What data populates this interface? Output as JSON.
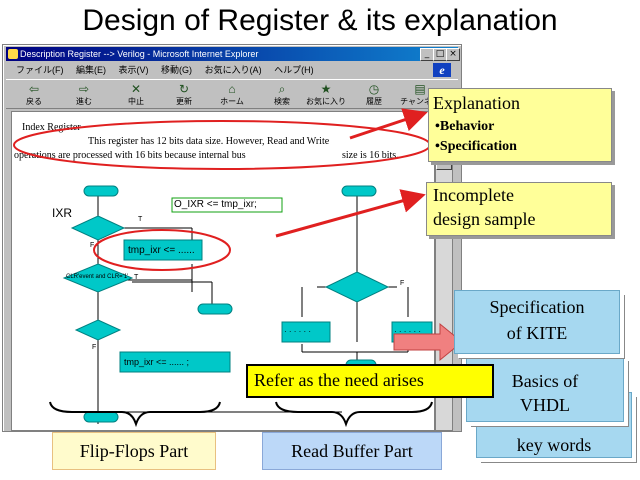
{
  "slide": {
    "title": "Design of Register & its explanation"
  },
  "browser": {
    "window_title": "Description Register --> Verilog - Microsoft Internet Explorer",
    "menu": [
      "ファイル(F)",
      "編集(E)",
      "表示(V)",
      "移動(G)",
      "お気に入り(A)",
      "ヘルプ(H)"
    ],
    "toolbar": [
      {
        "label": "戻る",
        "icon": "⇦"
      },
      {
        "label": "進む",
        "icon": "⇨"
      },
      {
        "label": "中止",
        "icon": "✕"
      },
      {
        "label": "更新",
        "icon": "↻"
      },
      {
        "label": "ホーム",
        "icon": "⌂"
      },
      {
        "label": "検索",
        "icon": "⌕"
      },
      {
        "label": "お気に入り",
        "icon": "★"
      },
      {
        "label": "履歴",
        "icon": "◷"
      },
      {
        "label": "チャンネル",
        "icon": "▤"
      }
    ],
    "window_buttons": [
      "_",
      "□",
      "×"
    ],
    "logo_letter": "e"
  },
  "content": {
    "heading": "Index Register",
    "para1": "This register has 12 bits data size.  However, Read and Write",
    "para2": "operations are processed with 16 bits because internal bus",
    "para3": "size is 16 bits.",
    "register_name": "IXR",
    "assign_top": "O_IXR <= tmp_ixr;",
    "assign_mid": "tmp_ixr <= ......",
    "assign_bottom": "tmp_ixr <= ...... ;",
    "cond_label": "CLR'event and CLR='1'",
    "true_labels": [
      "T",
      "T"
    ],
    "false_labels": [
      "F",
      "F",
      "F"
    ],
    "dots_left": "· · · · · ·",
    "dots_right": "· · · · · ·"
  },
  "callouts": {
    "explanation_title": "Explanation",
    "explanation_items": [
      "•Behavior",
      "•Specification"
    ],
    "incomplete_line1": "Incomplete",
    "incomplete_line2": "design sample",
    "refer": "Refer as the need arises",
    "flipflops": "Flip-Flops Part",
    "readbuffer": "Read Buffer Part"
  },
  "docs": {
    "spec_line1": "Specification",
    "spec_line2": "of KITE",
    "vhdl_line1": "Basics of",
    "vhdl_line2": "VHDL",
    "keywords": "key words"
  },
  "colors": {
    "callout_yellow": "#ffff99",
    "refer_yellow": "#ffff00",
    "doc_blue": "#a6d8f0",
    "arrow_red": "#e02020",
    "highlight_red": "#e02020",
    "flowchart_cyan": "#00c8c8",
    "arrow_salmon": "#f08080"
  }
}
